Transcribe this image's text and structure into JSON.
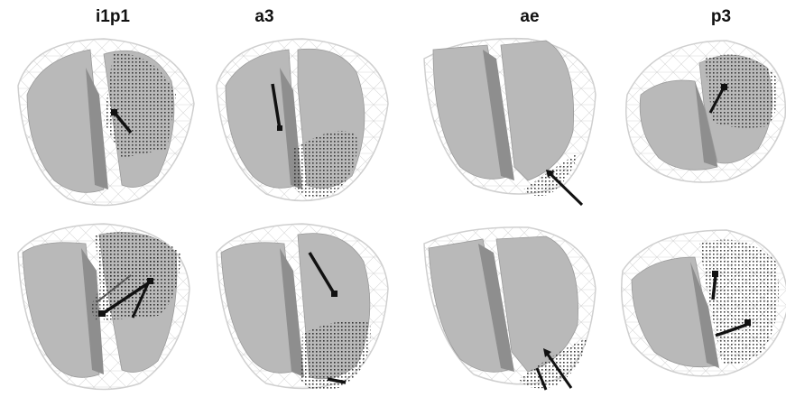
{
  "columns": [
    {
      "title": "i1p1"
    },
    {
      "title": "a3"
    },
    {
      "title": "ae"
    },
    {
      "title": "p3"
    }
  ],
  "colors": {
    "surface": "#b8b8b8",
    "septum": "#8f8f8f",
    "mesh": "#c9c9c9",
    "dots": "#1a1a1a",
    "arrow": "#111111"
  }
}
